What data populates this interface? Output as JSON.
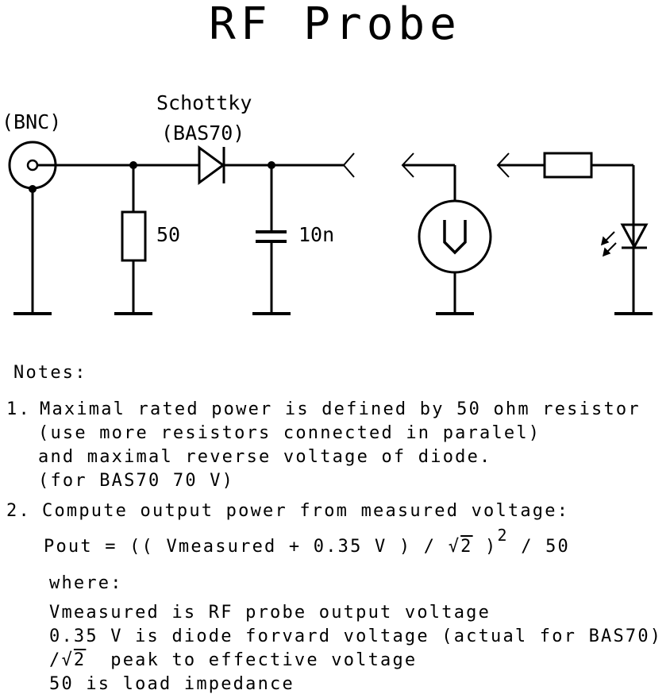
{
  "title": "RF Probe",
  "schematic": {
    "connector_label": "(BNC)",
    "diode_label_line1": "Schottky",
    "diode_label_line2": "(BAS70)",
    "resistor_value": "50",
    "capacitor_value": "10n",
    "voltmeter_symbol": "V",
    "components": [
      {
        "type": "bnc-connector",
        "label": "(BNC)"
      },
      {
        "type": "resistor",
        "value": "50"
      },
      {
        "type": "schottky-diode",
        "part": "BAS70"
      },
      {
        "type": "capacitor",
        "value": "10n"
      },
      {
        "type": "output-terminal"
      },
      {
        "type": "voltmeter"
      },
      {
        "type": "resistor"
      },
      {
        "type": "led"
      }
    ],
    "stroke_color": "#000000",
    "background_color": "#ffffff"
  },
  "notes": {
    "heading": "Notes:",
    "item1": {
      "number": "1.",
      "lines": [
        "Maximal rated power is defined by 50 ohm resistor",
        "(use more resistors connected in paralel)",
        "and maximal reverse voltage of diode.",
        "(for BAS70 70 V)"
      ]
    },
    "item2": {
      "number": "2.",
      "text": "Compute output power from measured voltage:",
      "formula_prefix": "Pout = (( Vmeasured + 0.35 V ) / ",
      "formula_sqrt": "2",
      "formula_close": " )",
      "formula_exponent": "2",
      "formula_suffix": " / 50",
      "where": "where:",
      "definitions": [
        "Vmeasured is RF probe output voltage",
        "0.35 V is diode forvard voltage (actual for BAS70)"
      ],
      "def3_prefix": "/",
      "def3_sqrt": "2",
      "def3_text": "  peak to effective voltage",
      "def4": "50 is load impedance"
    }
  }
}
